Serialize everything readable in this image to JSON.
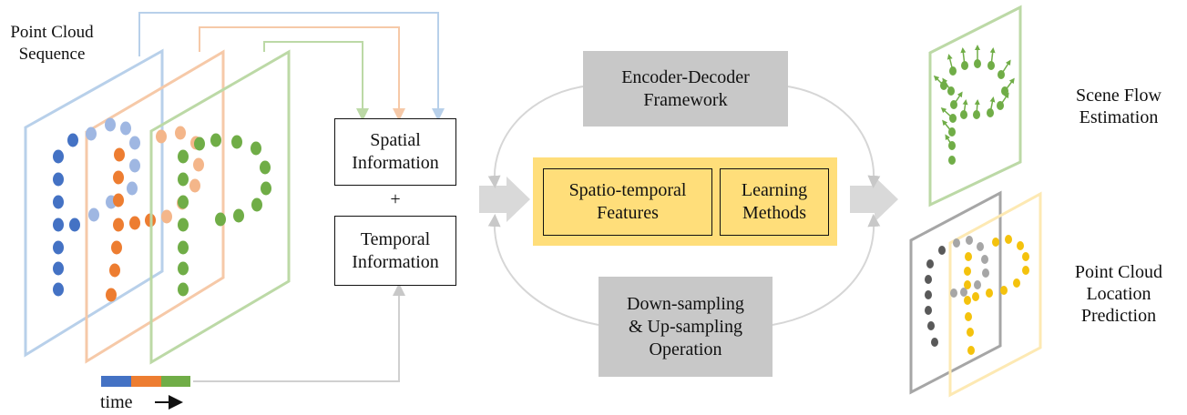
{
  "texts": {
    "sequence_label": "Point Cloud\nSequence",
    "spatial": "Spatial\nInformation",
    "plus": "+",
    "temporal": "Temporal\nInformation",
    "encoder": "Encoder-Decoder\nFramework",
    "features": "Spatio-temporal\nFeatures",
    "learning": "Learning\nMethods",
    "sampling": "Down-sampling\n& Up-sampling\nOperation",
    "scene_flow": "Scene Flow\nEstimation",
    "prediction": "Point Cloud\nLocation\nPrediction",
    "time": "time"
  },
  "colors": {
    "blue": "#4472c4",
    "orange": "#ed7d31",
    "green": "#70ad47",
    "frame_blue": "#b8d0ea",
    "frame_orange": "#f6c9a8",
    "frame_green": "#bcd9a6",
    "highlight_yellow": "#ffde7a",
    "box_grey": "#c8c8c8",
    "pred_yellow": "#f4c20d",
    "pred_grey": "#595959",
    "light_grey_arrow": "#d9d9d9"
  },
  "icons": {
    "time_arrow": "right-arrow-icon",
    "flow_arrow": "fat-right-arrow-icon"
  }
}
